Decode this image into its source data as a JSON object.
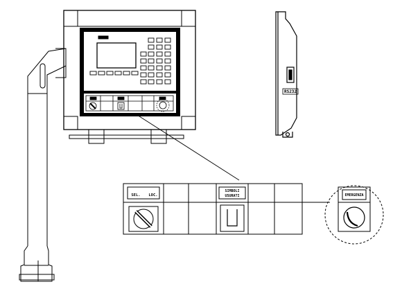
{
  "colors": {
    "ink": "#000000",
    "paper": "#ffffff",
    "screen": "#ffffff"
  },
  "labels": {
    "sel_left": "SEL.",
    "sel_right": "LOC.",
    "symbols_line1": "SIMBOLI",
    "symbols_line2": "USURATI",
    "emergency": "EMERGENZA",
    "port": "RS232"
  }
}
